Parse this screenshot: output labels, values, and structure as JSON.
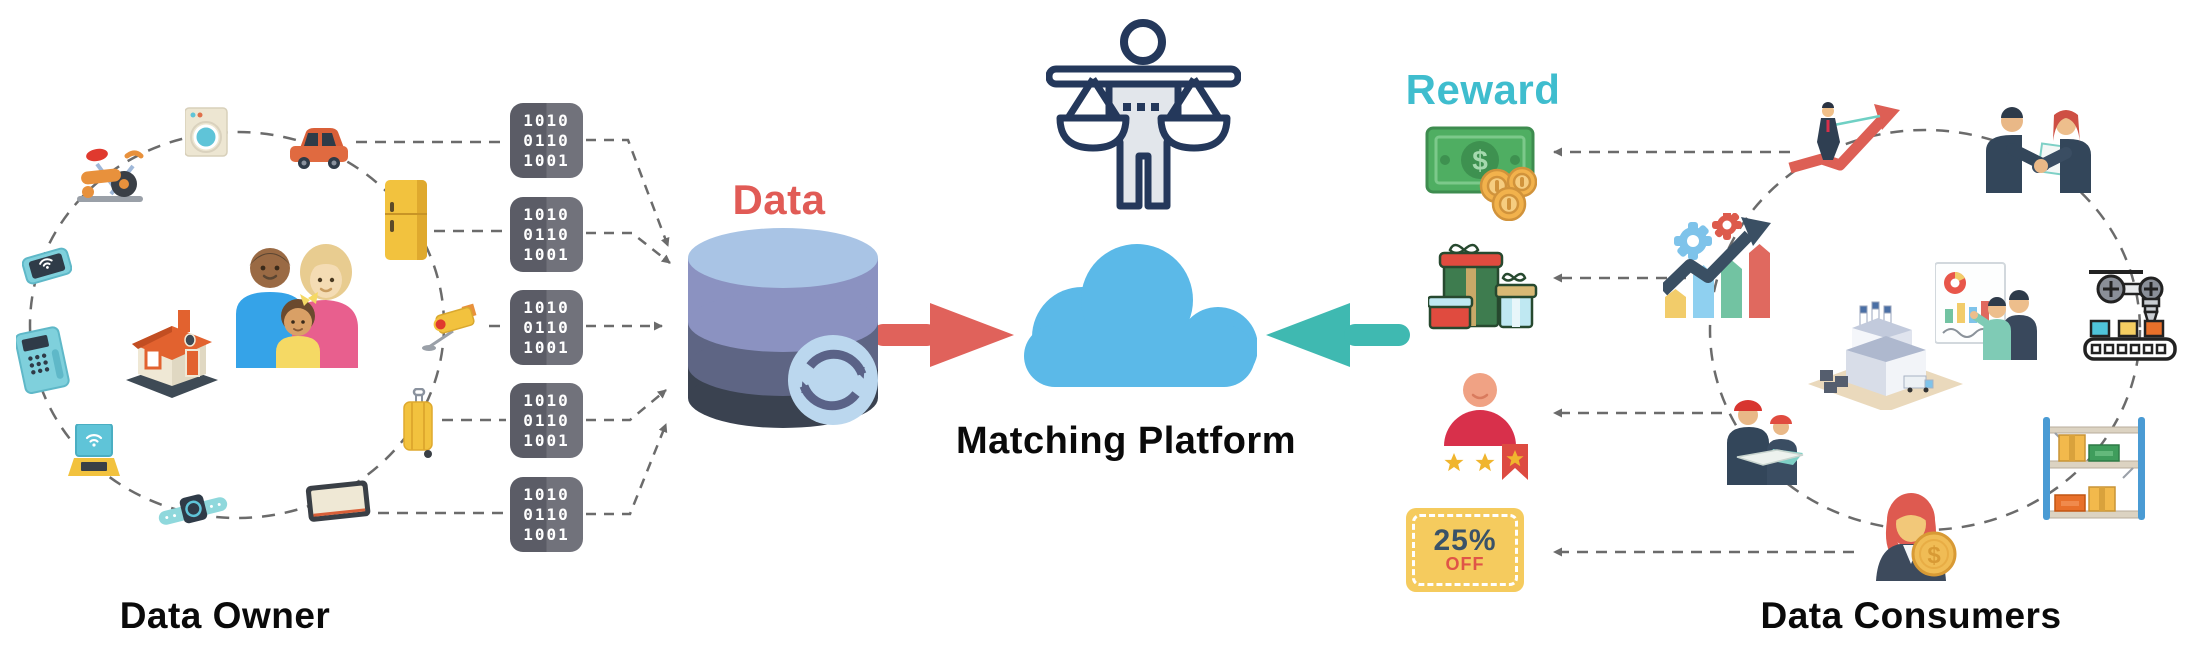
{
  "labels": {
    "data_owner": "Data Owner",
    "data": "Data",
    "matching_platform": "Matching Platform",
    "reward": "Reward",
    "data_consumers": "Data Consumers"
  },
  "binary_block": {
    "rows": [
      "1010",
      "0110",
      "1001"
    ],
    "count": 5
  },
  "reward": {
    "coupon_percent": "25%",
    "coupon_off": "OFF"
  },
  "icons": {
    "dollar": "$",
    "owner_devices": [
      "exercise-bike",
      "washing-machine",
      "car",
      "refrigerator",
      "security-camera",
      "suitcase",
      "tablet",
      "smartwatch",
      "laptop",
      "desk-phone",
      "smartphone",
      "house",
      "family"
    ],
    "center": [
      "justice-scale-person",
      "cloud-platform",
      "database-sync"
    ],
    "reward_items": [
      "cash-and-coins",
      "gift-boxes",
      "reputation-rating",
      "discount-coupon"
    ],
    "consumer_items": [
      "businessman-growth-arrow",
      "business-handshake",
      "gears-growth-chart",
      "factory",
      "business-presentation",
      "robot-arm-conveyor",
      "warehouse-shelf",
      "engineers-blueprint",
      "businesswoman-money"
    ]
  },
  "colors": {
    "accent_red": "#E15B56",
    "accent_teal": "#3FBDCE",
    "cloud": "#5BB9E8",
    "arrow_in": "#E0625B",
    "arrow_out": "#3FB9B1",
    "line": "#6B6B6B",
    "db_top": "#A9C4E5",
    "db_band1": "#8B92C1",
    "db_band2": "#5E6584",
    "db_band3": "#3A4250"
  }
}
